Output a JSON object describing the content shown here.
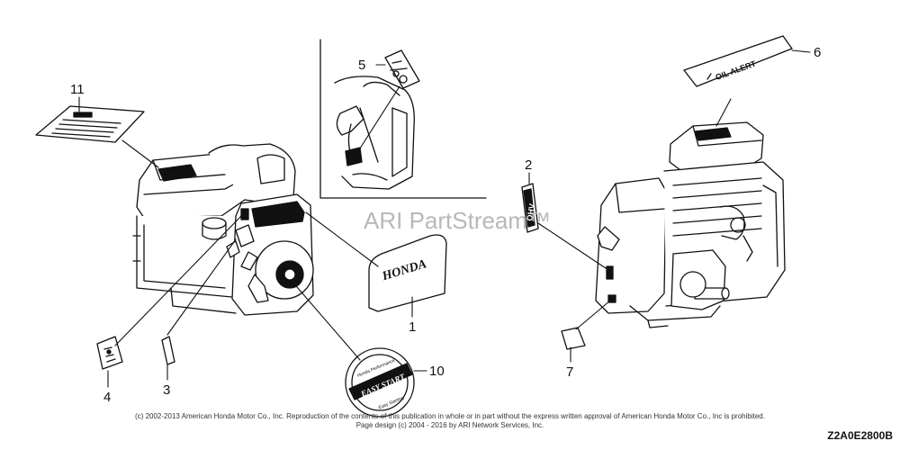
{
  "callouts": {
    "c1": "1",
    "c2": "2",
    "c3": "3",
    "c4": "4",
    "c5": "5",
    "c6": "6",
    "c7": "7",
    "c10": "10",
    "c11": "11"
  },
  "decals": {
    "brand": "HONDA",
    "oil_alert": "OIL ALERT",
    "easy_start": "EASY START",
    "easy_start_top": "Honda Performance",
    "easy_start_bottom": "Easy Starting",
    "ohv": "OHV"
  },
  "watermark": "ARI PartStream™",
  "footer": {
    "copyright_line1": "(c) 2002-2013 American Honda Motor Co., Inc. Reproduction of the contents of this publication in whole or in part without the express written approval of American Honda Motor Co., Inc is prohibited.",
    "copyright_line2": "Page design (c) 2004 - 2016 by ARI Network Services, Inc.",
    "diagram_code": "Z2A0E2800B"
  }
}
